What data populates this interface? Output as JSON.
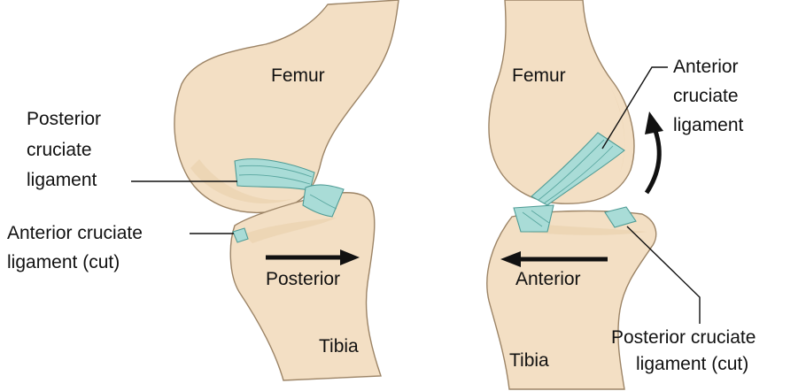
{
  "left_panel": {
    "femur_label": "Femur",
    "tibia_label": "Tibia",
    "pcl_label": [
      "Posterior",
      "cruciate",
      "ligament"
    ],
    "acl_cut_label": [
      "Anterior cruciate",
      "ligament (cut)"
    ],
    "motion_label": "Posterior"
  },
  "right_panel": {
    "femur_label": "Femur",
    "tibia_label": "Tibia",
    "acl_label": [
      "Anterior",
      "cruciate",
      "ligament"
    ],
    "pcl_cut_label": [
      "Posterior cruciate",
      "ligament (cut)"
    ],
    "motion_label": "Anterior"
  },
  "colors": {
    "bone": "#f3dfc4",
    "bone_outline": "#9c8466",
    "ligament": "#a9dcd7",
    "ligament_outline": "#4f9c96",
    "arrow": "#111111"
  }
}
